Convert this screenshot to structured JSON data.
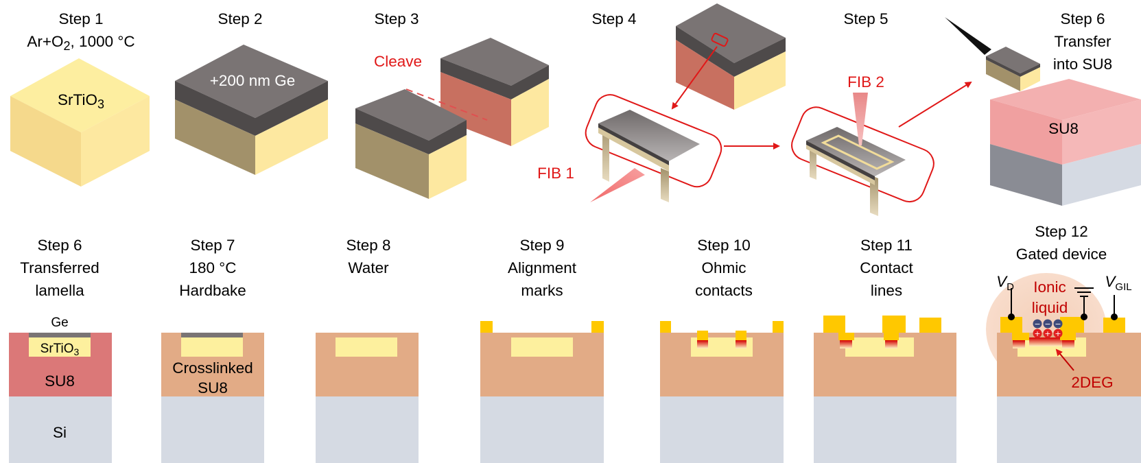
{
  "colors": {
    "srtio3_top": "#fdeea0",
    "srtio3_left": "#f8e090",
    "srtio3_right": "#fde8a0",
    "ge_top": "#7a7474",
    "ge_side": "#4e4a4a",
    "olive": "#a2916a",
    "red_face": "#c87060",
    "su8_pink": "#db7878",
    "su8_tan": "#e2ab86",
    "si": "#d5dae3",
    "gold": "#ffc800",
    "label_red": "#e01818",
    "dark_red": "#c00000"
  },
  "top_row": {
    "step1": {
      "title": "Step 1",
      "cond_main": "Ar+O",
      "cond_sub": "2",
      "cond_rest": ", 1000 °C",
      "cube_main": "SrTiO",
      "cube_sub": "3"
    },
    "step2": {
      "title": "Step 2",
      "cube_label": "+200 nm Ge"
    },
    "step3": {
      "title": "Step 3",
      "cleave": "Cleave"
    },
    "step4": {
      "title": "Step 4",
      "fib": "FIB 1"
    },
    "step5": {
      "title": "Step 5",
      "fib": "FIB 2"
    },
    "step6": {
      "title": "Step 6",
      "line1": "Transfer",
      "line2": "into SU8",
      "su8": "SU8"
    }
  },
  "bottom_row": {
    "step6b": {
      "title": "Step 6",
      "line1": "Transferred",
      "line2": "lamella",
      "ge": "Ge",
      "sto_main": "SrTiO",
      "sto_sub": "3",
      "su8": "SU8",
      "si": "Si"
    },
    "step7": {
      "title": "Step 7",
      "line1": "180 °C",
      "line2": "Hardbake",
      "layer1": "Crosslinked",
      "layer2": "SU8"
    },
    "step8": {
      "title": "Step 8",
      "line1": "Water"
    },
    "step9": {
      "title": "Step 9",
      "line1": "Alignment",
      "line2": "marks"
    },
    "step10": {
      "title": "Step 10",
      "line1": "Ohmic",
      "line2": "contacts"
    },
    "step11": {
      "title": "Step 11",
      "line1": "Contact",
      "line2": "lines"
    },
    "step12": {
      "title": "Step 12",
      "line1": "Gated device",
      "vd_main": "V",
      "vd_sub": "D",
      "vgil_main": "V",
      "vgil_sub": "GIL",
      "ionic1": "Ionic",
      "ionic2": "liquid",
      "deg": "2DEG",
      "minus": "−",
      "plus": "+"
    }
  }
}
